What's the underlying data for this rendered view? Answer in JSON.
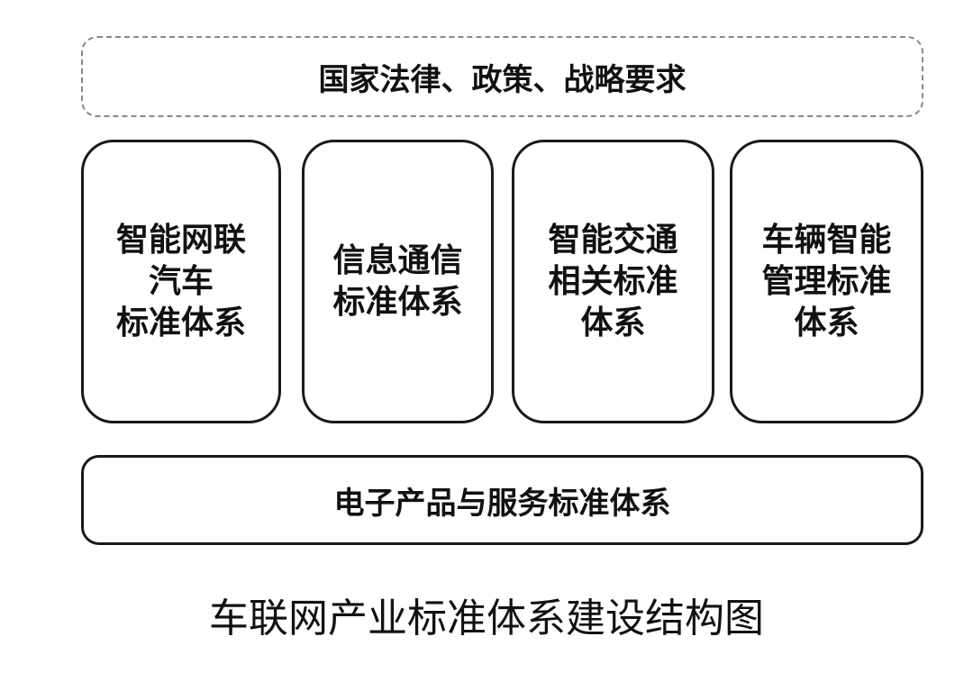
{
  "top_box": "国家法律、政策、战略要求",
  "columns": [
    "智能网联\n汽车\n标准体系",
    "信息通信\n标准体系",
    "智能交通\n相关标准\n体系",
    "车辆智能\n管理标准\n体系"
  ],
  "bottom_box": "电子产品与服务标准体系",
  "caption": "车联网产业标准体系建设结构图"
}
